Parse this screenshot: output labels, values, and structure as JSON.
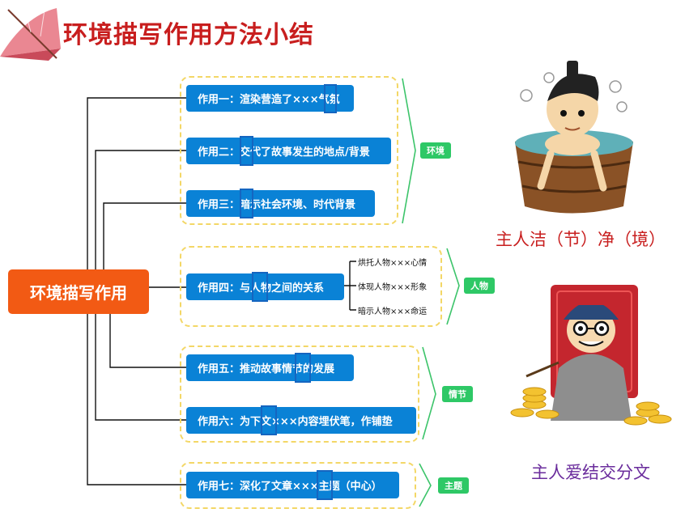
{
  "title": "环境描写作用方法小结",
  "root_label": "环境描写作用",
  "items": [
    {
      "label": "作用一：渲染营造了×××气氛"
    },
    {
      "label": "作用二：交代了故事发生的地点/背景"
    },
    {
      "label": "作用三：暗示社会环境、时代背景"
    },
    {
      "label": "作用四：与人物之间的关系"
    },
    {
      "label": "作用五：推动故事情节的发展"
    },
    {
      "label": "作用六：为下文×××内容埋伏笔，作铺垫"
    },
    {
      "label": "作用七：深化了文章×××主题（中心）"
    }
  ],
  "sub_items": [
    "烘托人物×××心情",
    "体现人物×××形象",
    "暗示人物×××命运"
  ],
  "groups": [
    {
      "tag": "环境"
    },
    {
      "tag": "人物"
    },
    {
      "tag": "情节"
    },
    {
      "tag": "主题"
    }
  ],
  "captions": {
    "top": "主人洁（节）净（境）",
    "bottom": "主人爱结交分文"
  },
  "colors": {
    "title": "#c81e1e",
    "root": "#f25a14",
    "item_box": "#0a82d6",
    "tag": "#2ec866",
    "dashed_border": "#f3d766",
    "caption_top": "#c81e1e",
    "caption_bottom": "#6a2c9c"
  },
  "icons": [
    "parasol-icon",
    "bathing-man-icon",
    "rich-man-icon"
  ]
}
